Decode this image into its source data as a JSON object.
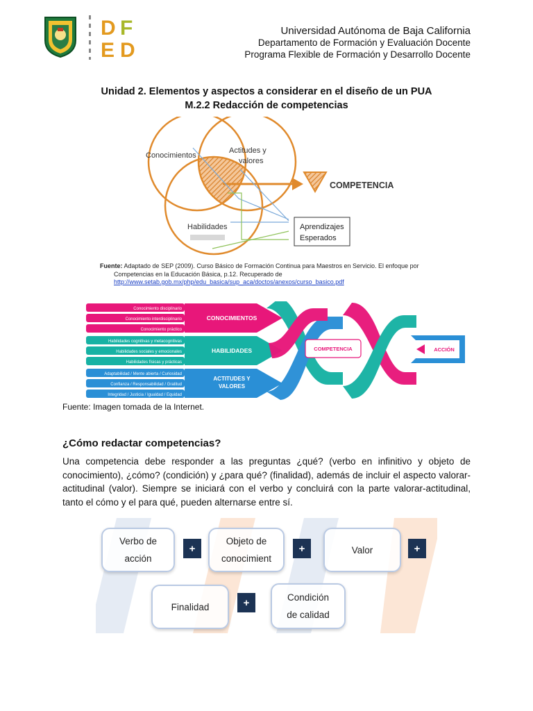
{
  "header": {
    "university": "Universidad Autónoma de Baja California",
    "department": "Departamento de Formación y Evaluación Docente",
    "program": "Programa Flexible de Formación y Desarrollo Docente",
    "dfed_letters": [
      "D",
      "F",
      "E",
      "D"
    ]
  },
  "title": {
    "line1": "Unidad 2. Elementos y aspectos a considerar en el diseño de un PUA",
    "line2": "M.2.2 Redacción de competencias"
  },
  "venn": {
    "c1": "Conocimientos",
    "c2a": "Actitudes y",
    "c2b": "valores",
    "c3": "Habilidades",
    "result": "COMPETENCIA",
    "box1": "Aprendizajes",
    "box2": "Esperados"
  },
  "fuente1": {
    "label": "Fuente:",
    "text1": "Adaptado de SEP (2009). Curso Básico de Formación Continua para Maestros en Servicio. El enfoque por",
    "text2": "Competencias en la Educación Básica, p.12. Recuperado de",
    "link": "http://www.setab.gob.mx/php/edu_basica/sup_aca/doctos/anexos/curso_basico.pdf"
  },
  "band": {
    "rows": [
      "Conocimiento disciplinario",
      "Conocimiento interdisciplinario",
      "Conocimiento práctico",
      "Habilidades cognitivas y metacognitivas",
      "Habilidades sociales y emocionales",
      "Habilidades físicas y prácticas",
      "Adaptabilidad / Mente abierta / Curiosidad",
      "Confianza / Responsabilidad / Gratitud",
      "Integridad / Justicia / Igualdad / Equidad"
    ],
    "g1": "CONOCIMIENTOS",
    "g2": "HABILIDADES",
    "g3a": "ACTITUDES Y",
    "g3b": "VALORES",
    "comp": "COMPETENCIA",
    "accion": "ACCIÓN",
    "colors": {
      "pink": "#e8177a",
      "teal": "#17b2a4",
      "blue": "#2a8fd6"
    }
  },
  "fuente2": "Fuente: Imagen tomada de la Internet.",
  "section": {
    "title": "¿Cómo redactar competencias?",
    "paragraph": "Una competencia debe responder a las preguntas ¿qué? (verbo en infinitivo y objeto de conocimiento), ¿cómo? (condición) y ¿para qué? (finalidad), además de incluir el aspecto valorar-actitudinal (valor). Siempre se iniciará con el verbo y concluirá con la parte valorar-actitudinal, tanto el cómo y el para qué, pueden alternarse entre sí."
  },
  "formula": {
    "verbo_1": "Verbo de",
    "verbo_2": "acción",
    "objeto_1": "Objeto de",
    "objeto_2": "conocimient",
    "valor": "Valor",
    "finalidad": "Finalidad",
    "condicion_1": "Condición",
    "condicion_2": "de calidad",
    "plus": "+"
  }
}
